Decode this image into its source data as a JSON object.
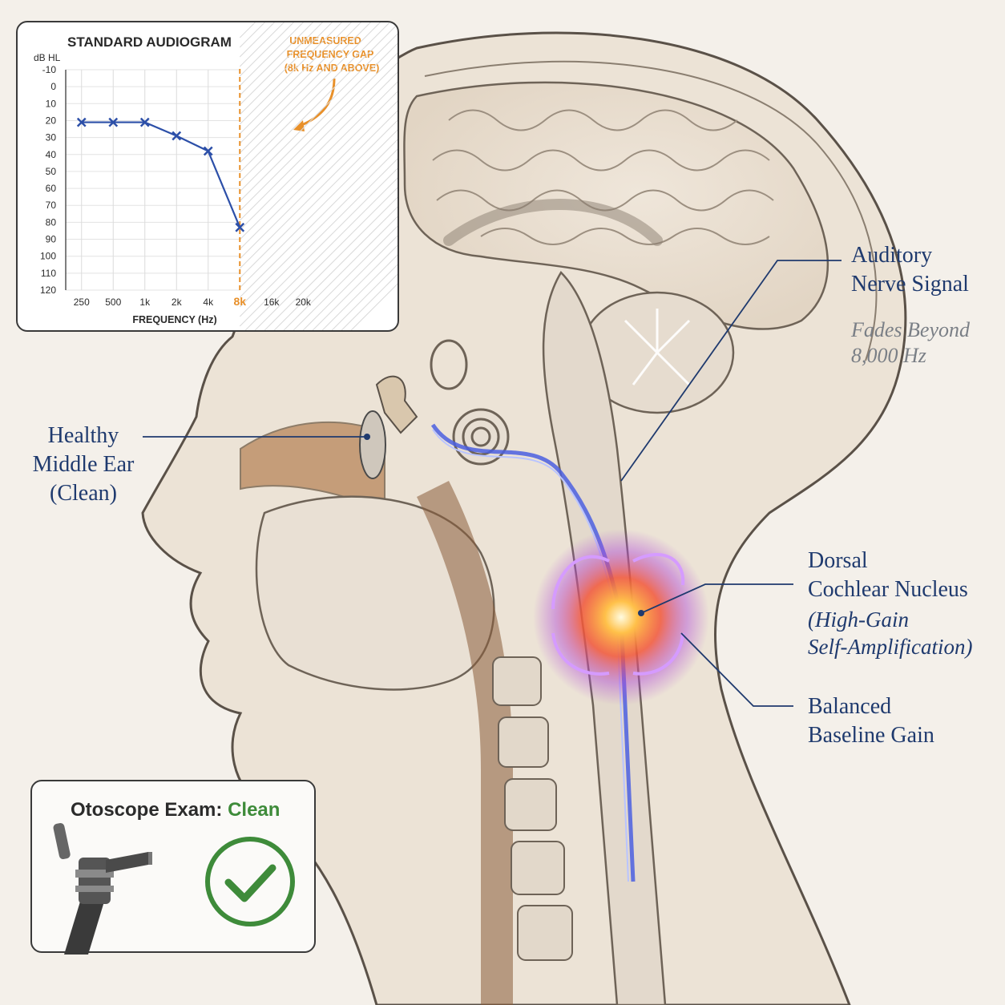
{
  "audiogram": {
    "title": "STANDARD AUDIOGRAM",
    "y_unit": "dB HL",
    "gap_note": [
      "UNMEASURED",
      "FREQUENCY GAP",
      "(8k Hz AND ABOVE)"
    ],
    "chart_data": {
      "type": "line",
      "title": "STANDARD AUDIOGRAM",
      "xlabel": "FREQUENCY (Hz)",
      "ylabel": "dB HL",
      "x_ticks": [
        "250",
        "500",
        "1k",
        "2k",
        "4k",
        "8k",
        "16k",
        "20k"
      ],
      "highlight_tick": "8k",
      "y_ticks": [
        -10,
        0,
        10,
        20,
        30,
        40,
        50,
        60,
        70,
        80,
        90,
        100,
        110,
        120
      ],
      "ylim": [
        -10,
        120
      ],
      "y_inverted": true,
      "grid": true,
      "series": [
        {
          "x": [
            "250",
            "500",
            "1k",
            "2k",
            "4k",
            "8k"
          ],
          "values": [
            21,
            21,
            21,
            29,
            38,
            83
          ]
        }
      ],
      "unmeasured_region_start": "8k",
      "colors": {
        "line": "#2c4fa8",
        "highlight": "#e8902a"
      }
    }
  },
  "labels": {
    "auditory_nerve": [
      "Auditory",
      "Nerve Signal"
    ],
    "fades_beyond": [
      "Fades Beyond",
      "8,000 Hz"
    ],
    "middle_ear": [
      "Healthy",
      "Middle Ear",
      "(Clean)"
    ],
    "dcn": [
      "Dorsal",
      "Cochlear Nucleus"
    ],
    "dcn_note": [
      "(High-Gain",
      "Self-Amplification)"
    ],
    "baseline": [
      "Balanced",
      "Baseline Gain"
    ]
  },
  "otoscope": {
    "label": "Otoscope Exam:",
    "status": "Clean",
    "status_color": "#3e8b3a",
    "icon": "check-circle-icon"
  }
}
